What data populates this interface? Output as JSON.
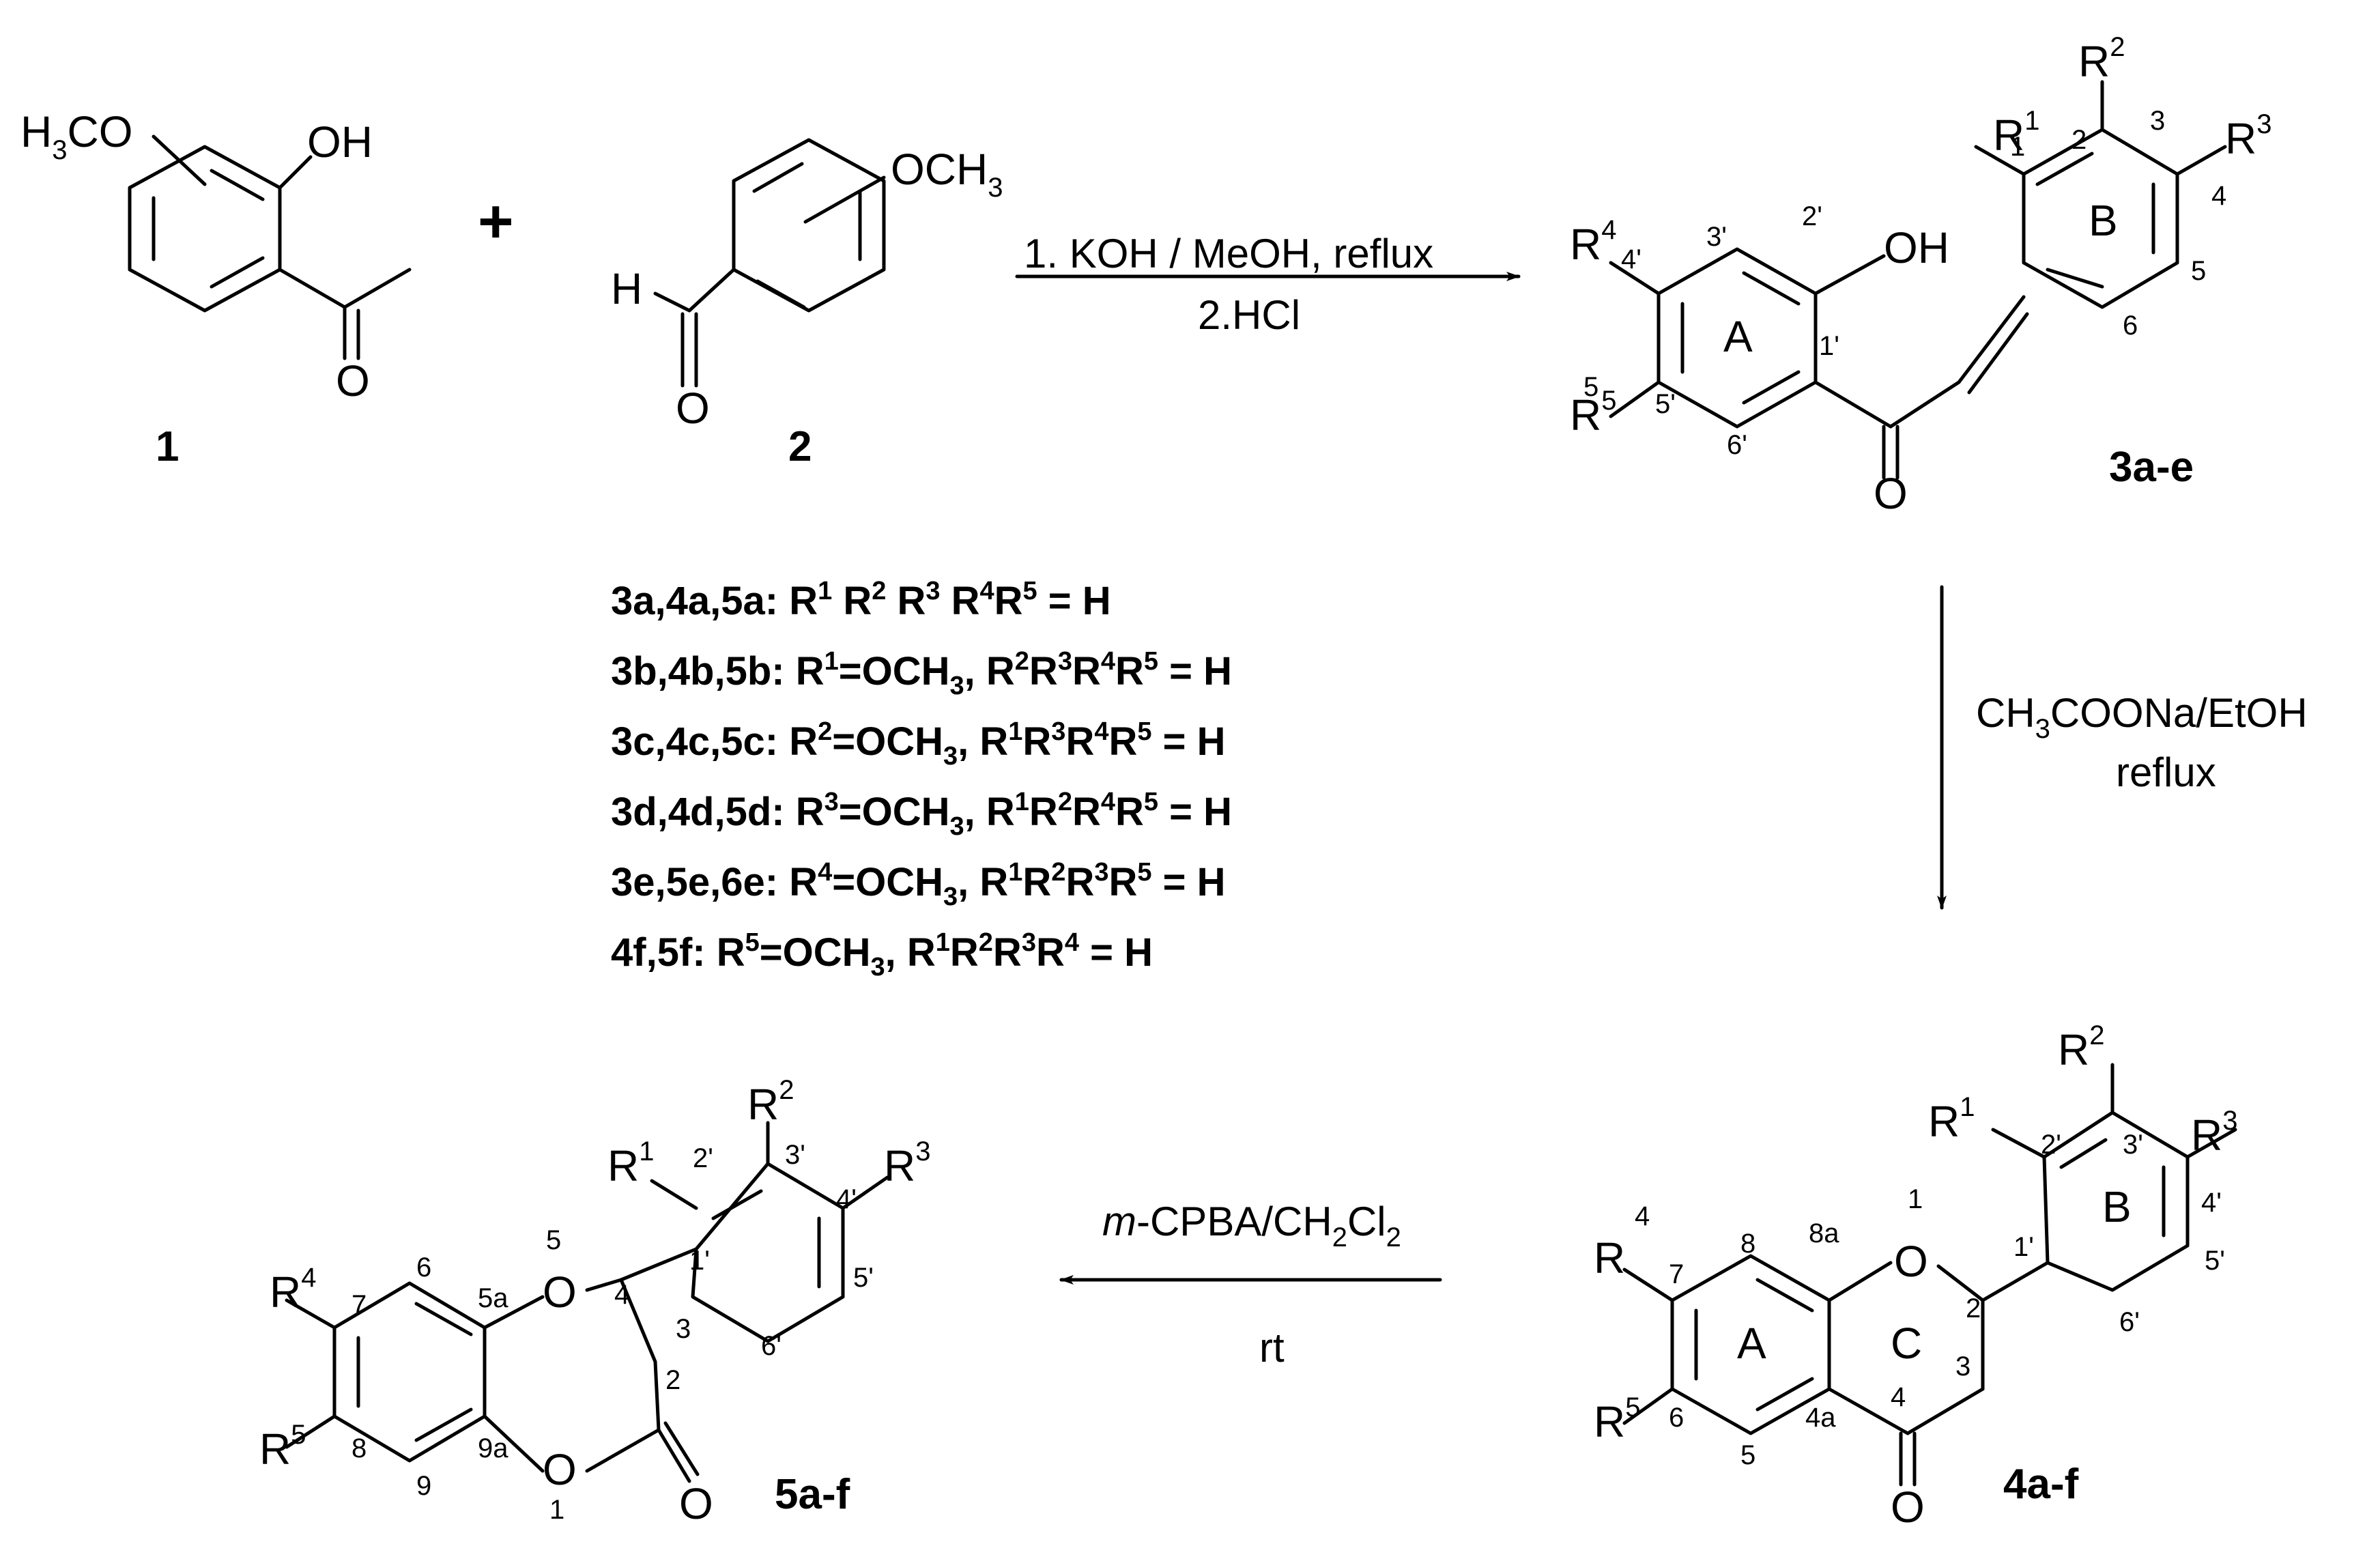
{
  "compounds": {
    "c1": "1",
    "c2": "2",
    "c3": "3a-e",
    "c4": "4a-f",
    "c5": "5a-f"
  },
  "plus": "+",
  "reagents": {
    "step1_line1": "1. KOH / MeOH, reflux",
    "step1_line2": "2.HCl",
    "step2_line2": "reflux",
    "step3_line2": "rt",
    "step3_prefix": "m",
    "step3_suffix": "-CPBA/CH"
  },
  "atoms": {
    "OH": "OH",
    "O": "O",
    "H": "H",
    "R": "R",
    "OCH": "OCH",
    "HC": "H",
    "CO": "CO",
    "ringA": "A",
    "ringB": "B",
    "ringC": "C"
  },
  "legend": [
    {
      "id": "3a,4a,5a:",
      "text": "R1 R2 R3 R4R5 = H"
    },
    {
      "id": "3b,4b,5b:",
      "text": "R1=OCH3, R2R3R4R5 = H"
    },
    {
      "id": "3c,4c,5c:",
      "text": "R2=OCH3, R1R3R4R5 = H"
    },
    {
      "id": "3d,4d,5d:",
      "text": "R3=OCH3, R1R2R4R5 = H"
    },
    {
      "id": "3e,5e,6e:",
      "text": "R4=OCH3, R1R2R3R5 = H"
    },
    {
      "id": "4f,5f:",
      "text": "R5=OCH3, R1R2R3R4 = H"
    }
  ]
}
